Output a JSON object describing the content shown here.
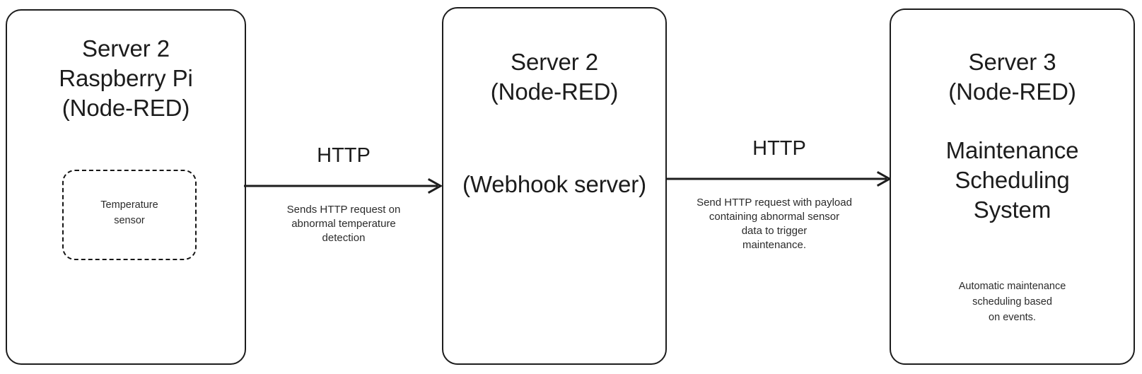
{
  "diagram": {
    "type": "flow-diagram",
    "background_color": "#ffffff",
    "stroke_color": "#1d1d1d",
    "text_color": "#1c1c1c",
    "nodes": [
      {
        "id": "server-2-raspberry-pi",
        "title": "Server 2\nRaspberry Pi\n(Node-RED)",
        "inner": {
          "id": "temperature-sensor",
          "label": "Temperature\nsensor",
          "style": "dashed"
        }
      },
      {
        "id": "server-2-webhook",
        "title": "Server 2\n(Node-RED)",
        "subtitle": "(Webhook server)"
      },
      {
        "id": "server-3-maintenance",
        "title": "Server 3\n(Node-RED)",
        "subtitle": "Maintenance\nScheduling\nSystem",
        "caption": "Automatic maintenance\nscheduling based\non events."
      }
    ],
    "edges": [
      {
        "id": "edge-raspberry-to-webhook",
        "label": "HTTP",
        "caption": "Sends HTTP request on\nabnormal temperature\ndetection",
        "from": "server-2-raspberry-pi",
        "to": "server-2-webhook",
        "direction": "right"
      },
      {
        "id": "edge-webhook-to-maintenance",
        "label": "HTTP",
        "caption": "Send HTTP request with payload\ncontaining abnormal sensor\ndata to trigger\nmaintenance.",
        "from": "server-2-webhook",
        "to": "server-3-maintenance",
        "direction": "right"
      }
    ]
  }
}
